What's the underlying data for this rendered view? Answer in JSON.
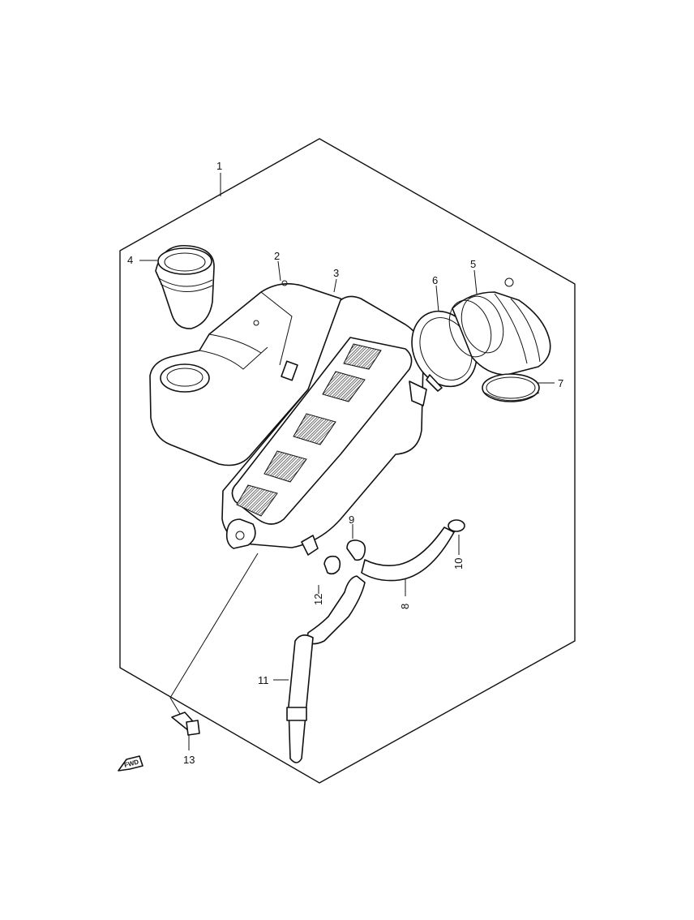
{
  "callouts": [
    "1",
    "2",
    "3",
    "4",
    "5",
    "6",
    "7",
    "8",
    "9",
    "10",
    "11",
    "12",
    "13"
  ],
  "direction_marker": "FWD"
}
